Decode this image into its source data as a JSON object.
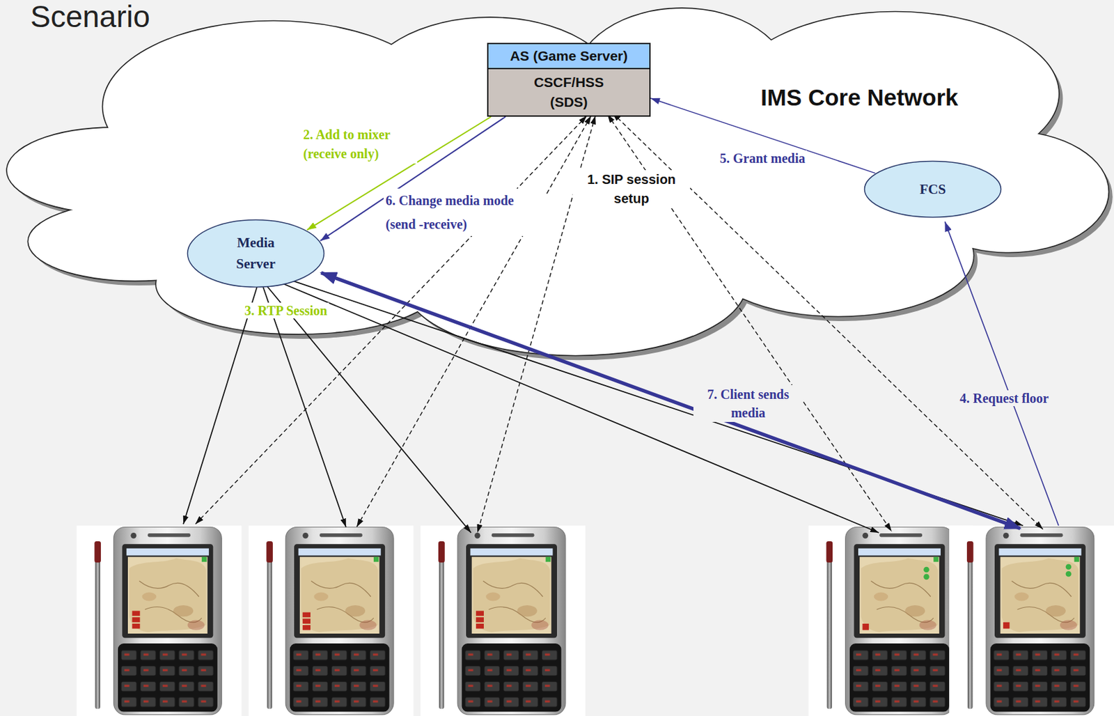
{
  "diagram": {
    "title": "Scenario",
    "nodes": [
      {
        "text": [
          "AS (Game Server)"
        ]
      },
      {
        "text": [
          "CSCF/HSS (SDS)"
        ]
      },
      {
        "text": [
          "Media Server"
        ]
      },
      {
        "text": [
          "FCS"
        ]
      }
    ],
    "edges": [
      {
        "from": 1,
        "to": 2,
        "arrow": "to",
        "label": "2. Add to mixer (receive only)"
      },
      {
        "from": 1,
        "to": 2,
        "arrow": "to",
        "label": "6. Change media mode (send -receive)"
      },
      {
        "from": 3,
        "to": 1,
        "arrow": "to",
        "label": "5. Grant media"
      }
    ],
    "labels": [
      "IMS Core Network",
      "1. SIP session setup",
      "3. RTP Session",
      "7. Client sends media",
      "4. Request floor"
    ]
  }
}
